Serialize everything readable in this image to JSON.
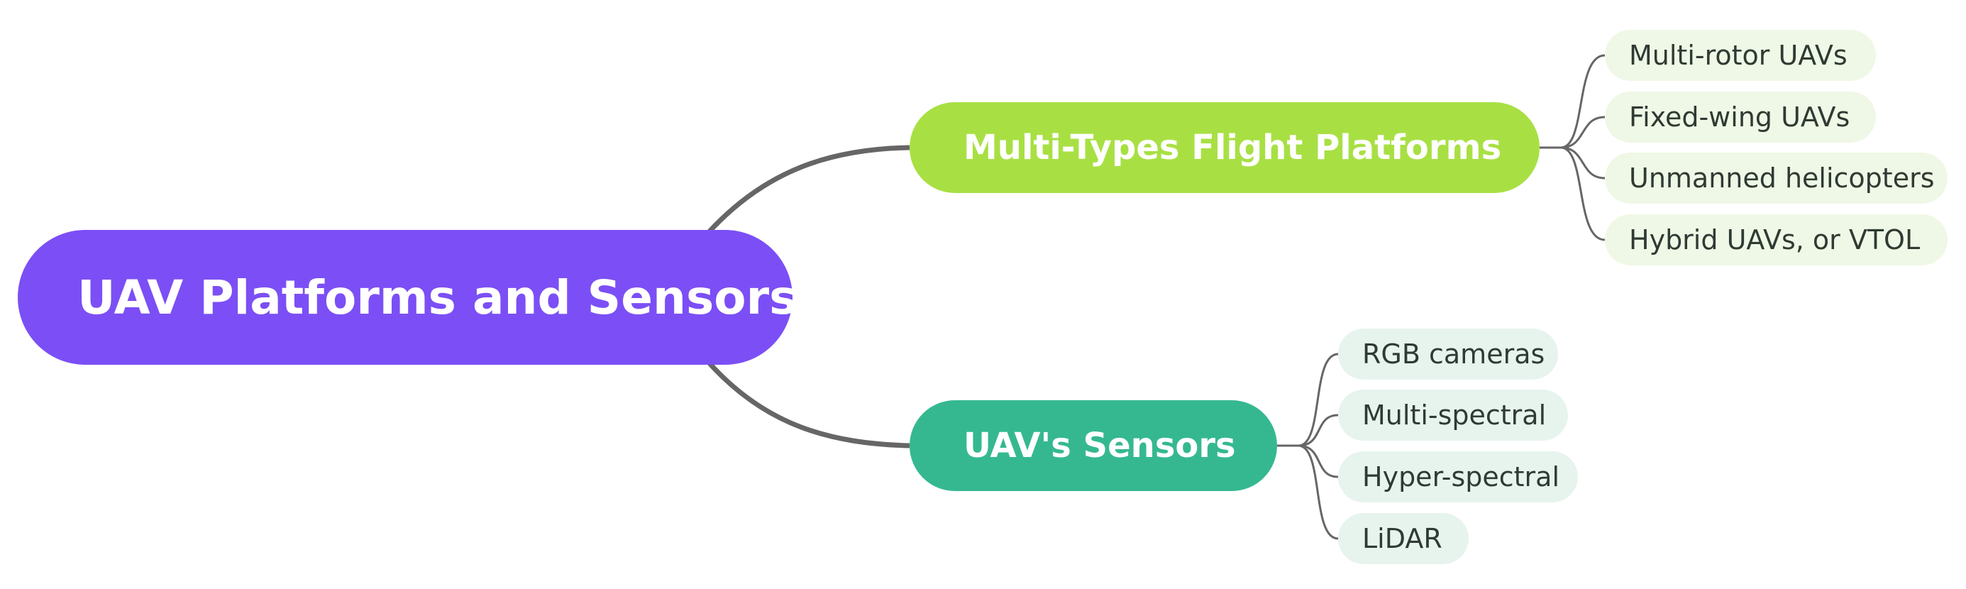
{
  "root": {
    "label": "UAV Platforms and Sensors",
    "color": "#7b4ff5"
  },
  "branches": [
    {
      "label": "Multi-Types Flight Platforms",
      "color": "#a8e043",
      "leaves": [
        "Multi-rotor UAVs",
        "Fixed-wing UAVs",
        "Unmanned helicopters",
        "Hybrid UAVs, or VTOL"
      ],
      "leaf_color": "#eff8e6"
    },
    {
      "label": "UAV's Sensors",
      "color": "#35b890",
      "leaves": [
        "RGB cameras",
        "Multi-spectral",
        "Hyper-spectral",
        "LiDAR"
      ],
      "leaf_color": "#e7f4ee"
    }
  ],
  "connector_color": "#666666"
}
